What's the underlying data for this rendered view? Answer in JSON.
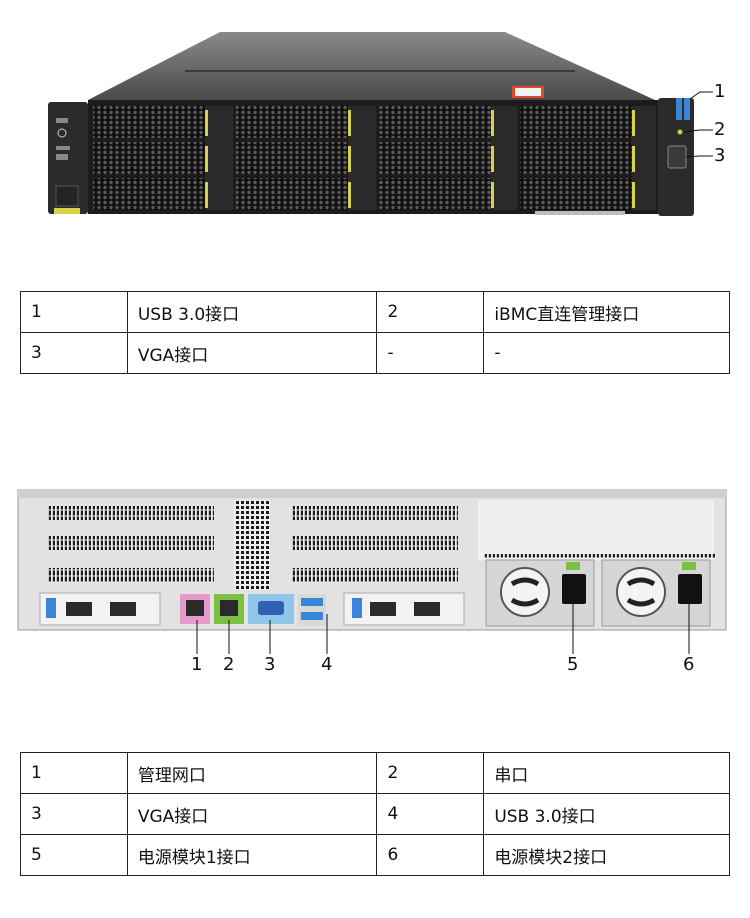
{
  "front": {
    "callouts": [
      "1",
      "2",
      "3"
    ],
    "table": [
      [
        {
          "num": "1",
          "label": "USB 3.0接口"
        },
        {
          "num": "2",
          "label": "iBMC直连管理接口"
        }
      ],
      [
        {
          "num": "3",
          "label": "VGA接口"
        },
        {
          "num": "-",
          "label": "-"
        }
      ]
    ]
  },
  "rear": {
    "callouts": [
      "1",
      "2",
      "3",
      "4",
      "5",
      "6"
    ],
    "table": [
      [
        {
          "num": "1",
          "label": "管理网口"
        },
        {
          "num": "2",
          "label": "串口"
        }
      ],
      [
        {
          "num": "3",
          "label": "VGA接口"
        },
        {
          "num": "4",
          "label": "USB 3.0接口"
        }
      ],
      [
        {
          "num": "5",
          "label": "电源模块1接口"
        },
        {
          "num": "6",
          "label": "电源模块2接口"
        }
      ]
    ]
  },
  "colors": {
    "chassis_dark": "#2a2a2a",
    "chassis_top": "#6e6e6e",
    "drive_stripe": "#d6d24a",
    "usb_blue": "#3a86d6",
    "mgmt_pink": "#e79ac9",
    "serial_green": "#7cc043",
    "vga_blue": "#8fc6ea",
    "rear_grey": "#d9d9d9"
  }
}
